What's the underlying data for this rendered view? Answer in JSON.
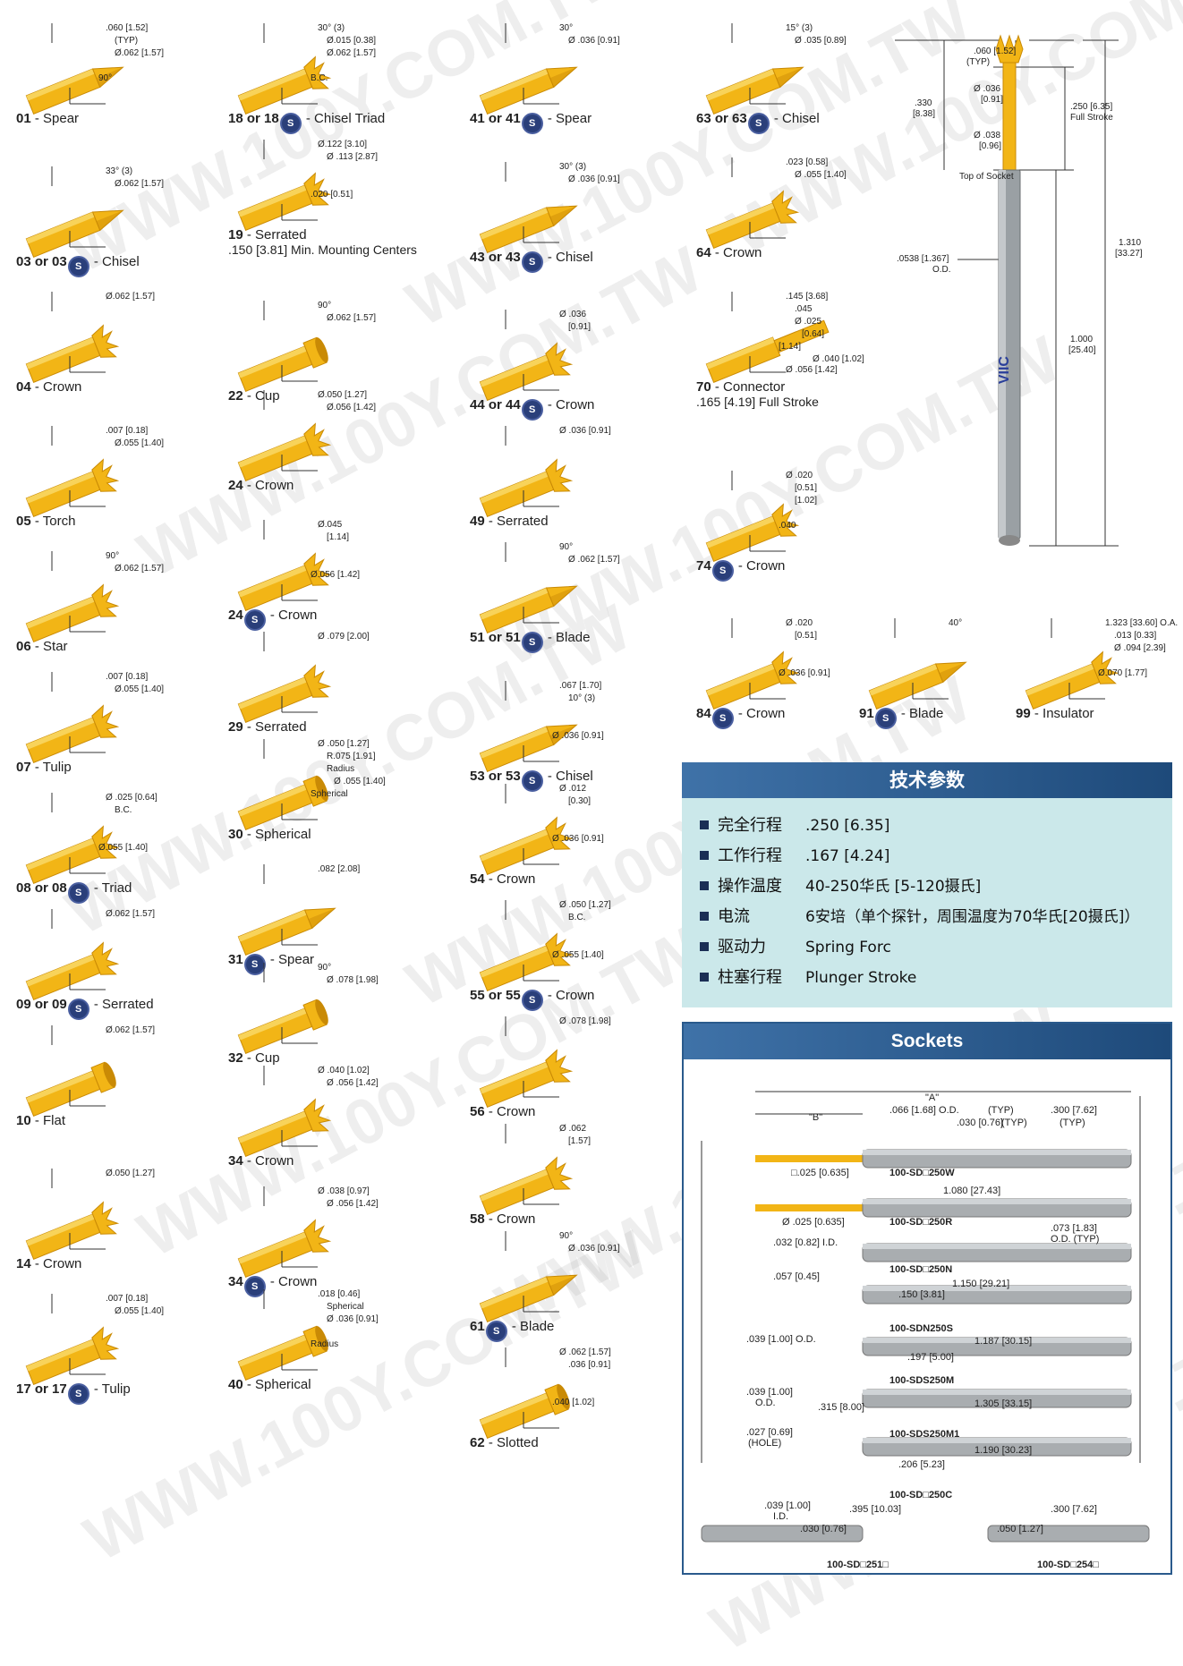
{
  "watermark": "WWW.100Y.COM.TW",
  "colors": {
    "pin": "#f2b516",
    "pin_dark": "#c98a05",
    "panel_head": "#2a5a8c",
    "panel_body": "#cbe8ea",
    "barrel": "#a9adb0",
    "badge": "#2a3f7a"
  },
  "tips": [
    {
      "num": "01",
      "name": "- Spear",
      "badge": false,
      "dims": [
        ".060 [1.52]",
        "(TYP)",
        "90°",
        "Ø.062 [1.57]"
      ]
    },
    {
      "num": "03 or 03",
      "name": "- Chisel",
      "badge": true,
      "dims": [
        "33° (3)",
        "Ø.062 [1.57]"
      ]
    },
    {
      "num": "04",
      "name": "- Crown",
      "badge": false,
      "dims": [
        "Ø.062 [1.57]"
      ]
    },
    {
      "num": "05",
      "name": "- Torch",
      "badge": false,
      "dims": [
        ".007 [0.18]",
        "Ø.055 [1.40]"
      ]
    },
    {
      "num": "06",
      "name": "- Star",
      "badge": false,
      "dims": [
        "90°",
        "Ø.062 [1.57]"
      ]
    },
    {
      "num": "07",
      "name": "- Tulip",
      "badge": false,
      "dims": [
        ".007 [0.18]",
        "Ø.055 [1.40]"
      ]
    },
    {
      "num": "08 or 08",
      "name": "- Triad",
      "badge": true,
      "dims": [
        "Ø .025 [0.64]",
        "B.C.",
        "Ø.055 [1.40]"
      ]
    },
    {
      "num": "09 or 09",
      "name": "- Serrated",
      "badge": true,
      "dims": [
        "Ø.062 [1.57]"
      ]
    },
    {
      "num": "10",
      "name": "- Flat",
      "badge": false,
      "dims": [
        "Ø.062 [1.57]"
      ]
    },
    {
      "num": "14",
      "name": "- Crown",
      "badge": false,
      "dims": [
        "Ø.050 [1.27]"
      ]
    },
    {
      "num": "17 or 17",
      "name": "- Tulip",
      "badge": true,
      "dims": [
        ".007 [0.18]",
        "Ø.055 [1.40]"
      ]
    },
    {
      "num": "18 or 18",
      "name": "- Chisel Triad",
      "badge": true,
      "dims": [
        "30° (3)",
        "Ø.015 [0.38]",
        "B.C.",
        "Ø.062 [1.57]"
      ]
    },
    {
      "num": "19",
      "name": "- Serrated",
      "badge": false,
      "sub": ".150 [3.81] Min. Mounting Centers",
      "dims": [
        "Ø.122 [3.10]",
        "Ø .113 [2.87]",
        ".020 [0.51]"
      ]
    },
    {
      "num": "22",
      "name": "- Cup",
      "badge": false,
      "dims": [
        "90°",
        "Ø.062 [1.57]"
      ]
    },
    {
      "num": "24",
      "name": "- Crown",
      "badge": false,
      "dims": [
        "Ø.050 [1.27]",
        "Ø.056 [1.42]"
      ]
    },
    {
      "num": "24",
      "name": "- Crown",
      "badge": true,
      "dims": [
        "Ø.045",
        "[1.14]",
        "Ø.056 [1.42]"
      ]
    },
    {
      "num": "29",
      "name": "- Serrated",
      "badge": false,
      "dims": [
        "Ø .079 [2.00]"
      ]
    },
    {
      "num": "30",
      "name": "- Spherical",
      "badge": false,
      "dims": [
        "Ø .050 [1.27]",
        "R.075 [1.91]",
        "Spherical",
        "Radius",
        "Ø .055 [1.40]"
      ]
    },
    {
      "num": "31",
      "name": "- Spear",
      "badge": true,
      "dims": [
        ".082 [2.08]"
      ]
    },
    {
      "num": "32",
      "name": "- Cup",
      "badge": false,
      "dims": [
        "90°",
        "Ø .078 [1.98]"
      ]
    },
    {
      "num": "34",
      "name": "- Crown",
      "badge": false,
      "dims": [
        "Ø .040 [1.02]",
        "Ø .056 [1.42]"
      ]
    },
    {
      "num": "34",
      "name": "- Crown",
      "badge": true,
      "dims": [
        "Ø .038 [0.97]",
        "Ø .056 [1.42]"
      ]
    },
    {
      "num": "40",
      "name": "- Spherical",
      "badge": false,
      "dims": [
        ".018 [0.46]",
        "Spherical",
        "Radius",
        "Ø .036 [0.91]"
      ]
    },
    {
      "num": "41 or 41",
      "name": "- Spear",
      "badge": true,
      "dims": [
        "30°",
        "Ø .036 [0.91]"
      ]
    },
    {
      "num": "43 or 43",
      "name": "- Chisel",
      "badge": true,
      "dims": [
        "30° (3)",
        "Ø .036 [0.91]"
      ]
    },
    {
      "num": "44 or 44",
      "name": "- Crown",
      "badge": true,
      "dims": [
        "Ø .036",
        "[0.91]"
      ]
    },
    {
      "num": "49",
      "name": "- Serrated",
      "badge": false,
      "dims": [
        "Ø .036 [0.91]"
      ]
    },
    {
      "num": "51 or 51",
      "name": "- Blade",
      "badge": true,
      "dims": [
        "90°",
        "Ø .062 [1.57]"
      ]
    },
    {
      "num": "53 or 53",
      "name": "- Chisel",
      "badge": true,
      "dims": [
        ".067 [1.70]",
        "10° (3)",
        "Ø .036 [0.91]"
      ]
    },
    {
      "num": "54",
      "name": "- Crown",
      "badge": false,
      "dims": [
        "Ø .012",
        "[0.30]",
        "Ø .036 [0.91]"
      ]
    },
    {
      "num": "55 or 55",
      "name": "- Crown",
      "badge": true,
      "dims": [
        "Ø .050 [1.27]",
        "B.C.",
        "Ø .055 [1.40]"
      ]
    },
    {
      "num": "56",
      "name": "- Crown",
      "badge": false,
      "dims": [
        "Ø .078 [1.98]"
      ]
    },
    {
      "num": "58",
      "name": "- Crown",
      "badge": false,
      "dims": [
        "Ø .062",
        "[1.57]"
      ]
    },
    {
      "num": "61",
      "name": "- Blade",
      "badge": true,
      "dims": [
        "90°",
        "Ø .036 [0.91]"
      ]
    },
    {
      "num": "62",
      "name": "- Slotted",
      "badge": false,
      "dims": [
        "Ø .062 [1.57]",
        ".036 [0.91]",
        ".040 [1.02]"
      ]
    },
    {
      "num": "63 or 63",
      "name": "- Chisel",
      "badge": true,
      "dims": [
        "15° (3)",
        "Ø .035 [0.89]"
      ]
    },
    {
      "num": "64",
      "name": "- Crown",
      "badge": false,
      "dims": [
        ".023 [0.58]",
        "Ø .055 [1.40]"
      ]
    },
    {
      "num": "70",
      "name": "- Connector",
      "badge": false,
      "sub": ".165 [4.19] Full Stroke",
      "dims": [
        ".145 [3.68]",
        ".045",
        "[1.14]",
        "Ø .025",
        "[0.64]",
        "Ø .040 [1.02]",
        "Ø .056 [1.42]"
      ]
    },
    {
      "num": "74",
      "name": "- Crown",
      "badge": true,
      "dims": [
        "Ø .020",
        "[0.51]",
        ".040",
        "[1.02]"
      ]
    },
    {
      "num": "84",
      "name": "- Crown",
      "badge": true,
      "dims": [
        "Ø .020",
        "[0.51]",
        "Ø .036 [0.91]"
      ]
    },
    {
      "num": "91",
      "name": "- Blade",
      "badge": true,
      "dims": [
        "40°"
      ]
    },
    {
      "num": "99",
      "name": "- Insulator",
      "badge": false,
      "dims": [
        "1.323 [33.60] O.A.",
        ".013 [0.33]",
        "Ø.070 [1.77]",
        "Ø .094 [2.39]"
      ]
    }
  ],
  "probe": {
    "dims": [
      ".060 [1.52]",
      "(TYP)",
      "Ø .036",
      "[0.91]",
      ".330",
      "[8.38]",
      ".250 [6.35]",
      "Full Stroke",
      "Ø .038",
      "[0.96]",
      "Top of Socket",
      "1.310",
      "[33.27]",
      ".0538 [1.367]",
      "O.D.",
      "1.000",
      "[25.40]"
    ],
    "mark": "VIIC"
  },
  "specs": {
    "title": "技术参数",
    "rows": [
      {
        "k": "完全行程",
        "v": ".250 [6.35]"
      },
      {
        "k": "工作行程",
        "v": ".167 [4.24]"
      },
      {
        "k": "操作温度",
        "v": "40-250华氏 [5-120摄氏]"
      },
      {
        "k": "电流",
        "v": "6安培（单个探针，周围温度为70华氏[20摄氏]）"
      },
      {
        "k": "驱动力",
        "v": "Spring Forc"
      },
      {
        "k": "柱塞行程",
        "v": "Plunger Stroke"
      }
    ]
  },
  "sockets": {
    "title": "Sockets",
    "labels": [
      "\"A\"",
      "\"B\"",
      ".066 [1.68] O.D.",
      "(TYP)",
      "(TYP)",
      ".030 [0.76]",
      ".300 [7.62]",
      "(TYP)",
      "□.025 [0.635]",
      "100-SD□250W",
      "1.080 [27.43]",
      "Ø .025 [0.635]",
      "100-SD□250R",
      ".073 [1.83]",
      "O.D. (TYP)",
      ".032 [0.82] I.D.",
      "100-SD□250N",
      ".057 [0.45]",
      "1.150 [29.21]",
      ".150 [3.81]",
      "100-SDN250S",
      ".039 [1.00] O.D.",
      "1.187 [30.15]",
      ".197 [5.00]",
      "100-SDS250M",
      ".039 [1.00]",
      "O.D.",
      "1.305 [33.15]",
      ".315 [8.00]",
      ".027 [0.69]",
      "(HOLE)",
      "100-SDS250M1",
      "1.190 [30.23]",
      ".206 [5.23]",
      "100-SD□250C",
      ".039 [1.00]",
      "I.D.",
      ".395 [10.03]",
      ".300 [7.62]",
      ".030 [0.76]",
      ".050 [1.27]",
      "100-SD□251□",
      "100-SD□254□"
    ]
  }
}
